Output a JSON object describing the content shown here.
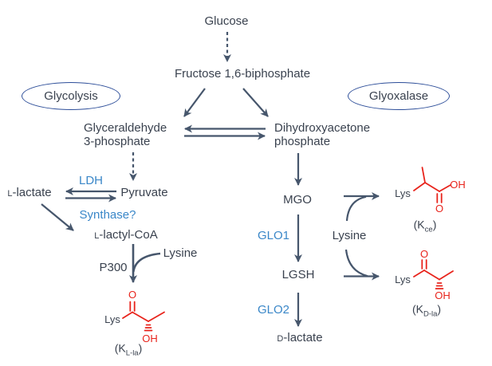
{
  "figure": {
    "colors": {
      "background": "#ffffff",
      "text": "#3a424f",
      "arrow": "#46566c",
      "enzyme": "#3a87c8",
      "oval_border": "#2d4e99",
      "structure": "#e8241c"
    },
    "ovals": {
      "glycolysis": "Glycolysis",
      "glyoxalase": "Glyoxalase"
    },
    "metabolites": {
      "glucose": "Glucose",
      "f16bp": "Fructose 1,6-biphosphate",
      "g3p_line1": "Glyceraldehyde",
      "g3p_line2": "3-phosphate",
      "dhap_line1": "Dihydroxyacetone",
      "dhap_line2": "phosphate",
      "l_lactate": {
        "prefix": "L",
        "name": "-lactate"
      },
      "pyruvate": "Pyruvate",
      "l_lactyl_coa": {
        "prefix": "L",
        "name": "-lactyl-CoA"
      },
      "lysine_left": "Lysine",
      "lysine_right": "Lysine",
      "mgo": "MGO",
      "lgsh": "LGSH",
      "d_lactate": {
        "prefix": "D",
        "name": "-lactate"
      }
    },
    "enzymes": {
      "ldh": "LDH",
      "synthase": "Synthase?",
      "p300": "P300",
      "glo1": "GLO1",
      "glo2": "GLO2"
    },
    "structures": {
      "lys": "Lys",
      "o": "O",
      "oh": "OH",
      "k_l_la": {
        "pre": "(K",
        "sub": "L-la",
        "post": ")"
      },
      "k_ce": {
        "pre": "(K",
        "sub": "ce",
        "post": ")"
      },
      "k_d_la": {
        "pre": "(K",
        "sub": "D-la",
        "post": ")"
      }
    }
  }
}
